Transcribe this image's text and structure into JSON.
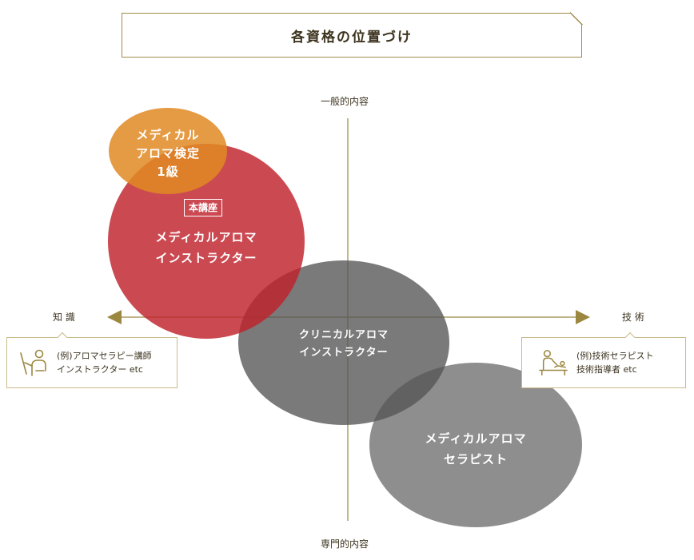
{
  "title": "各資格の位置づけ",
  "axes": {
    "top": "一般的内容",
    "bottom": "専門的内容",
    "left": "知 識",
    "right": "技 術"
  },
  "circles": {
    "medical_aroma_exam": {
      "lines": [
        "メディカル",
        "アロマ検定",
        "1級"
      ],
      "color": "#e09433"
    },
    "medical_aroma_instructor": {
      "badge": "本講座",
      "lines": [
        "メディカルアロマ",
        "インストラクター"
      ],
      "color": "#c8323a"
    },
    "clinical_aroma_instructor": {
      "lines": [
        "クリニカルアロマ",
        "インストラクター"
      ],
      "color": "#666666"
    },
    "medical_aroma_therapist": {
      "lines": [
        "メディカルアロマ",
        "セラピスト"
      ],
      "color": "#7a7a7a"
    }
  },
  "examples": {
    "left": {
      "lines": [
        "(例)アロマセラピー講師",
        "インストラクター etc"
      ],
      "icon": "lecturer-icon"
    },
    "right": {
      "lines": [
        "(例)技術セラピスト",
        "技術指導者 etc"
      ],
      "icon": "massage-therapist-icon"
    }
  },
  "colors": {
    "gold": "#9c8740",
    "text": "#3d3420"
  }
}
